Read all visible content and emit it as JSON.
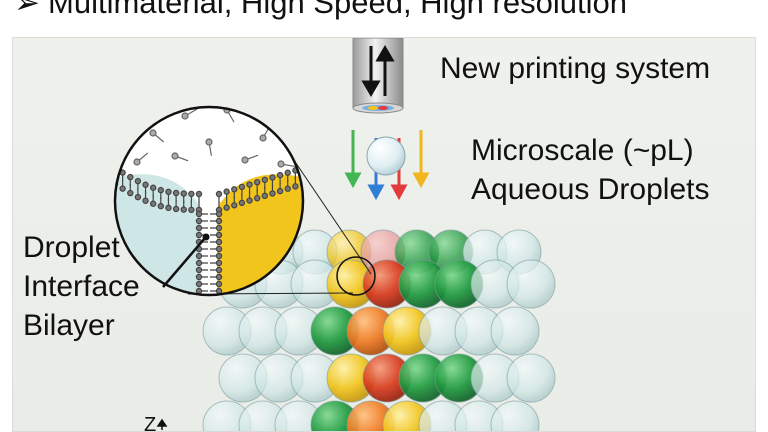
{
  "header": {
    "arrow_glyph": "➢",
    "text": "Multimaterial, High Speed, High resolution"
  },
  "labels": {
    "printing_system": "New printing system",
    "droplets_line1": "Microscale (~pL)",
    "droplets_line2": "Aqueous Droplets",
    "dib_line1": "Droplet",
    "dib_line2": "Interface",
    "dib_line3": "Bilayer",
    "axis_z": "Z"
  },
  "colors": {
    "background_panel": "#eceee9",
    "cyan_droplet": "#cfe6e6",
    "yellow_droplet": "#f2c51d",
    "green_droplet": "#1f9a3e",
    "red_droplet": "#d83a1d",
    "orange_droplet": "#f07a22",
    "arrow_green": "#43b653",
    "arrow_blue": "#2f7fd6",
    "arrow_red": "#e23b3b",
    "arrow_yellow": "#f2b51d"
  },
  "icons": {
    "nozzle": "printer-nozzle-icon",
    "updown": "up-down-arrow-icon"
  }
}
